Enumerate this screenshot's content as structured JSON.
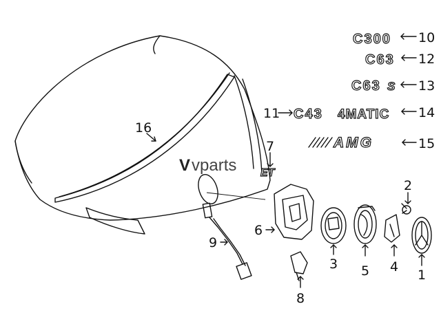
{
  "watermark": {
    "prefix": "V",
    "text": "vparts"
  },
  "callouts": {
    "c1": "1",
    "c2": "2",
    "c3": "3",
    "c4": "4",
    "c5": "5",
    "c6": "6",
    "c7": "7",
    "c8": "8",
    "c9": "9",
    "c10": "10",
    "c11": "11",
    "c12": "12",
    "c13": "13",
    "c14": "14",
    "c15": "15",
    "c16": "16"
  },
  "badges": {
    "b10": "C300",
    "b11": "C43",
    "b12": "C63",
    "b13": "C63",
    "b13s": "S",
    "b14": "4MATIC",
    "b15": "AMG",
    "b7": "ET"
  }
}
